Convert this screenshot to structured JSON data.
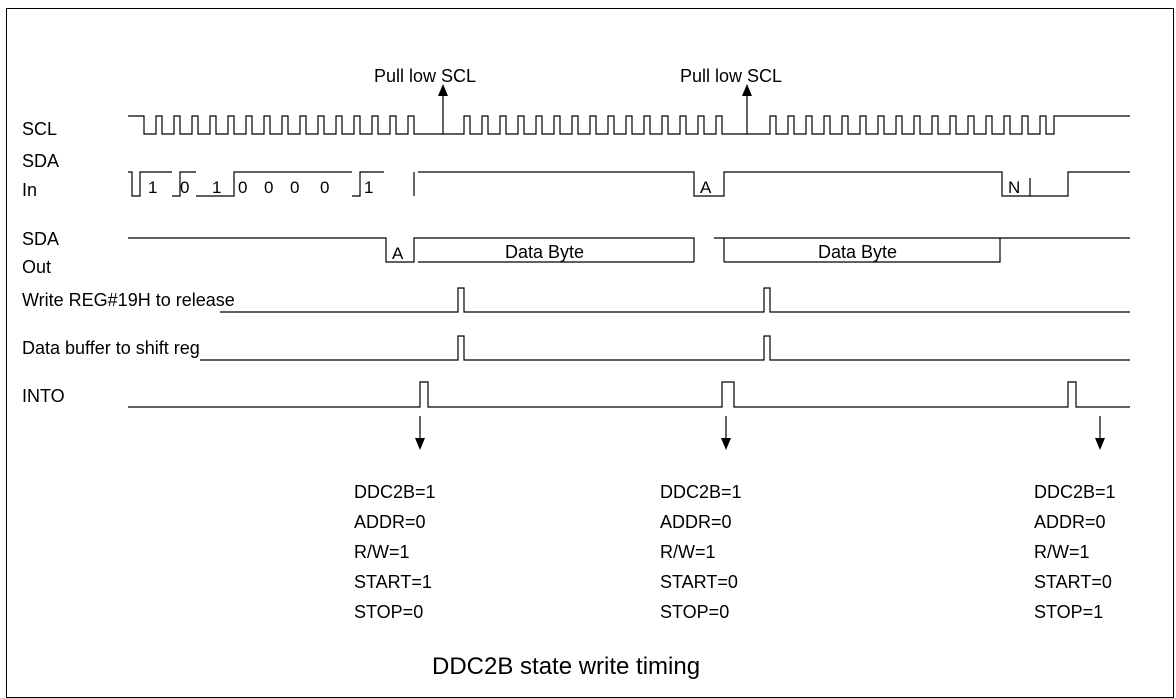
{
  "title": "DDC2B state write timing",
  "annotations": [
    {
      "text": "Pull low SCL"
    },
    {
      "text": "Pull low SCL"
    }
  ],
  "signals": {
    "scl": "SCL",
    "sda_in_1": "SDA",
    "sda_in_2": "In",
    "sda_out_1": "SDA",
    "sda_out_2": "Out",
    "write_reg": "Write REG#19H to release",
    "data_buffer": "Data buffer to shift reg",
    "into": "INTO"
  },
  "sda_in_bits": [
    "1",
    "0",
    "1",
    "0",
    "0",
    "0",
    "0",
    "1"
  ],
  "sda_in_ack": "A",
  "sda_in_nack": "N",
  "sda_out_ack": "A",
  "data_bytes": [
    "Data Byte",
    "Data Byte"
  ],
  "states": [
    {
      "ddc2b": "DDC2B=1",
      "addr": "ADDR=0",
      "rw": "R/W=1",
      "start": "START=1",
      "stop": "STOP=0"
    },
    {
      "ddc2b": "DDC2B=1",
      "addr": "ADDR=0",
      "rw": "R/W=1",
      "start": "START=0",
      "stop": "STOP=0"
    },
    {
      "ddc2b": "DDC2B=1",
      "addr": "ADDR=0",
      "rw": "R/W=1",
      "start": "START=0",
      "stop": "STOP=1"
    }
  ]
}
